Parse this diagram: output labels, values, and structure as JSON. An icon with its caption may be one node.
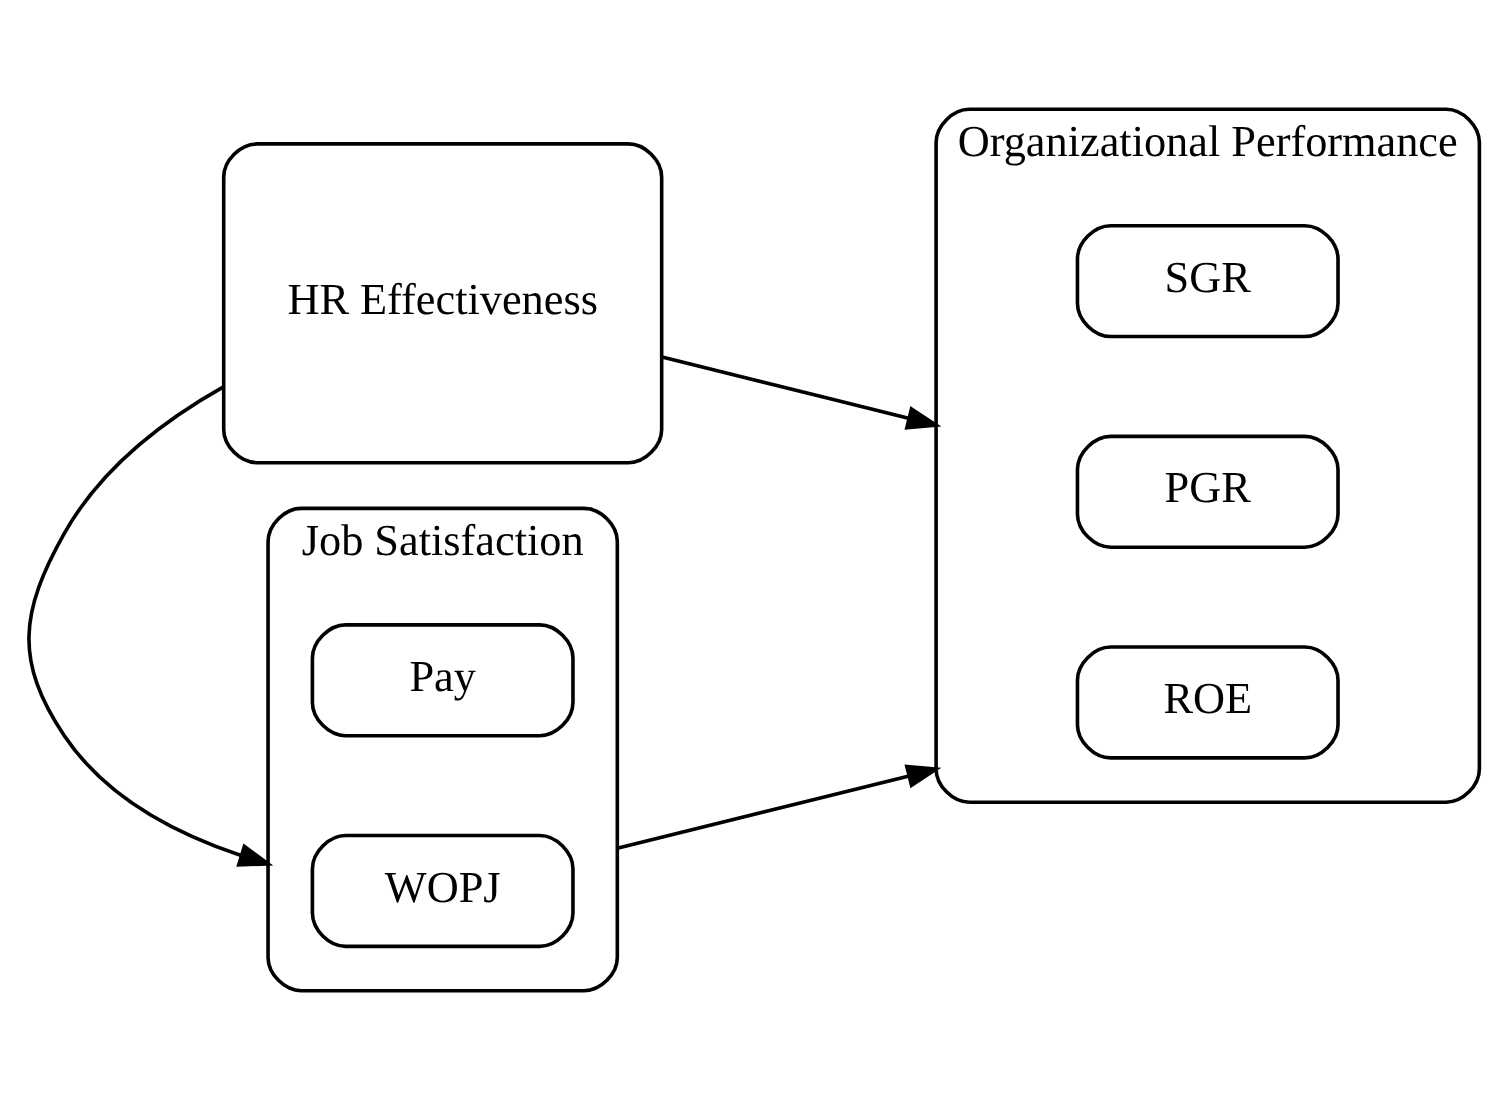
{
  "diagram": {
    "nodes": [
      {
        "text": [
          "HR Effectiveness"
        ]
      },
      {
        "text": [
          "Organizational Performance"
        ]
      },
      {
        "text": [
          "PGR"
        ],
        "in": 1
      },
      {
        "text": [
          "SGR"
        ],
        "in": 1
      },
      {
        "text": [
          "ROE"
        ],
        "in": 1
      },
      {
        "text": [
          "Job Satisfaction"
        ]
      },
      {
        "text": [
          "WOPJ"
        ],
        "in": 5
      },
      {
        "text": [
          "Pay"
        ],
        "in": 5
      }
    ],
    "edges": [
      {
        "from": 0,
        "to": 1,
        "arrow": "to"
      },
      {
        "from": 0,
        "to": 5,
        "arrow": "to"
      },
      {
        "from": 5,
        "to": 1,
        "arrow": "to"
      }
    ]
  }
}
